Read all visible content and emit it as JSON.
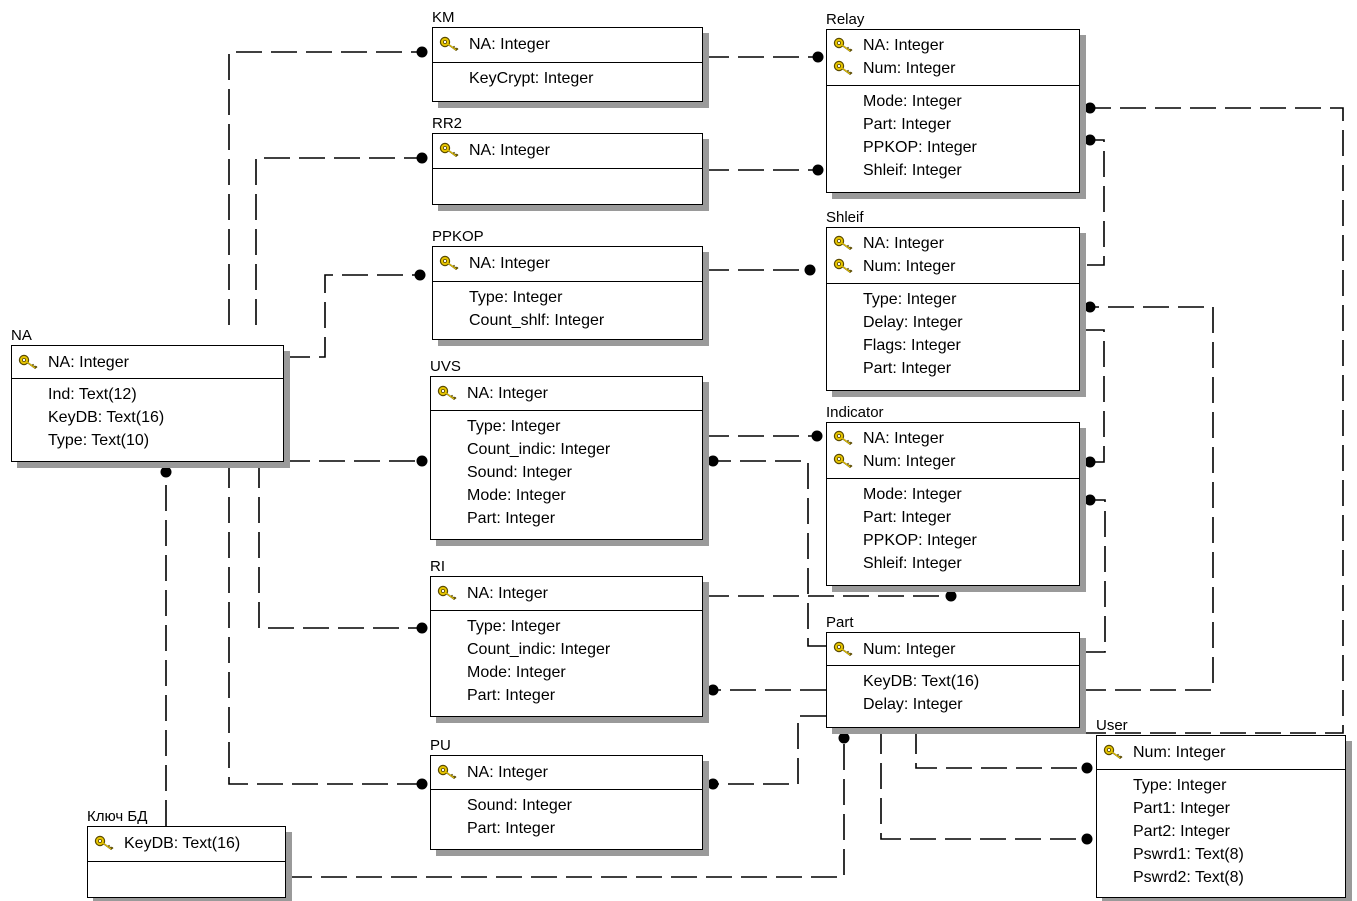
{
  "entities": [
    {
      "id": "na",
      "title": "NA",
      "keys": [
        "NA: Integer"
      ],
      "attrs": [
        "Ind: Text(12)",
        "KeyDB: Text(16)",
        "Type: Text(10)"
      ]
    },
    {
      "id": "km",
      "title": "KM",
      "keys": [
        "NA: Integer"
      ],
      "attrs": [
        "KeyCrypt: Integer"
      ]
    },
    {
      "id": "rr2",
      "title": "RR2",
      "keys": [
        "NA: Integer"
      ],
      "attrs": []
    },
    {
      "id": "ppkop",
      "title": "PPKOP",
      "keys": [
        "NA: Integer"
      ],
      "attrs": [
        "Type: Integer",
        "Count_shlf: Integer"
      ]
    },
    {
      "id": "uvs",
      "title": "UVS",
      "keys": [
        "NA: Integer"
      ],
      "attrs": [
        "Type: Integer",
        "Count_indic: Integer",
        "Sound: Integer",
        "Mode: Integer",
        "Part: Integer"
      ]
    },
    {
      "id": "ri",
      "title": "RI",
      "keys": [
        "NA: Integer"
      ],
      "attrs": [
        "Type: Integer",
        "Count_indic: Integer",
        "Mode: Integer",
        "Part: Integer"
      ]
    },
    {
      "id": "pu",
      "title": "PU",
      "keys": [
        "NA: Integer"
      ],
      "attrs": [
        "Sound: Integer",
        "Part: Integer"
      ]
    },
    {
      "id": "keydb",
      "title": "Ключ БД",
      "keys": [
        "KeyDB: Text(16)"
      ],
      "attrs": []
    },
    {
      "id": "relay",
      "title": "Relay",
      "keys": [
        "NA: Integer",
        "Num: Integer"
      ],
      "attrs": [
        "Mode: Integer",
        "Part: Integer",
        "PPKOP: Integer",
        "Shleif: Integer"
      ]
    },
    {
      "id": "shleif",
      "title": "Shleif",
      "keys": [
        "NA: Integer",
        "Num: Integer"
      ],
      "attrs": [
        "Type: Integer",
        "Delay: Integer",
        "Flags: Integer",
        "Part: Integer"
      ]
    },
    {
      "id": "indicator",
      "title": "Indicator",
      "keys": [
        "NA: Integer",
        "Num: Integer"
      ],
      "attrs": [
        "Mode: Integer",
        "Part: Integer",
        "PPKOP: Integer",
        "Shleif: Integer"
      ]
    },
    {
      "id": "part",
      "title": "Part",
      "keys": [
        "Num: Integer"
      ],
      "attrs": [
        "KeyDB: Text(16)",
        "Delay: Integer"
      ]
    },
    {
      "id": "user",
      "title": "User",
      "keys": [
        "Num: Integer"
      ],
      "attrs": [
        "Type: Integer",
        "Part1: Integer",
        "Part2: Integer",
        "Pswrd1: Text(8)",
        "Pswrd2: Text(8)"
      ]
    }
  ],
  "relationships": [
    {
      "from": "na",
      "to": "km"
    },
    {
      "from": "na",
      "to": "rr2"
    },
    {
      "from": "na",
      "to": "ppkop"
    },
    {
      "from": "na",
      "to": "uvs"
    },
    {
      "from": "na",
      "to": "ri"
    },
    {
      "from": "na",
      "to": "pu"
    },
    {
      "from": "keydb",
      "to": "na"
    },
    {
      "from": "km",
      "to": "relay"
    },
    {
      "from": "rr2",
      "to": "relay"
    },
    {
      "from": "ppkop",
      "to": "shleif"
    },
    {
      "from": "uvs",
      "to": "indicator"
    },
    {
      "from": "ri",
      "to": "indicator"
    },
    {
      "from": "part",
      "to": "uvs"
    },
    {
      "from": "part",
      "to": "ri"
    },
    {
      "from": "part",
      "to": "pu"
    },
    {
      "from": "part",
      "to": "relay"
    },
    {
      "from": "part",
      "to": "shleif"
    },
    {
      "from": "part",
      "to": "indicator"
    },
    {
      "from": "part",
      "to": "user"
    },
    {
      "from": "keydb",
      "to": "part"
    }
  ],
  "colors": {
    "line": "#000000",
    "shadow": "#9a9a9a",
    "key_gold": "#e8c600"
  }
}
